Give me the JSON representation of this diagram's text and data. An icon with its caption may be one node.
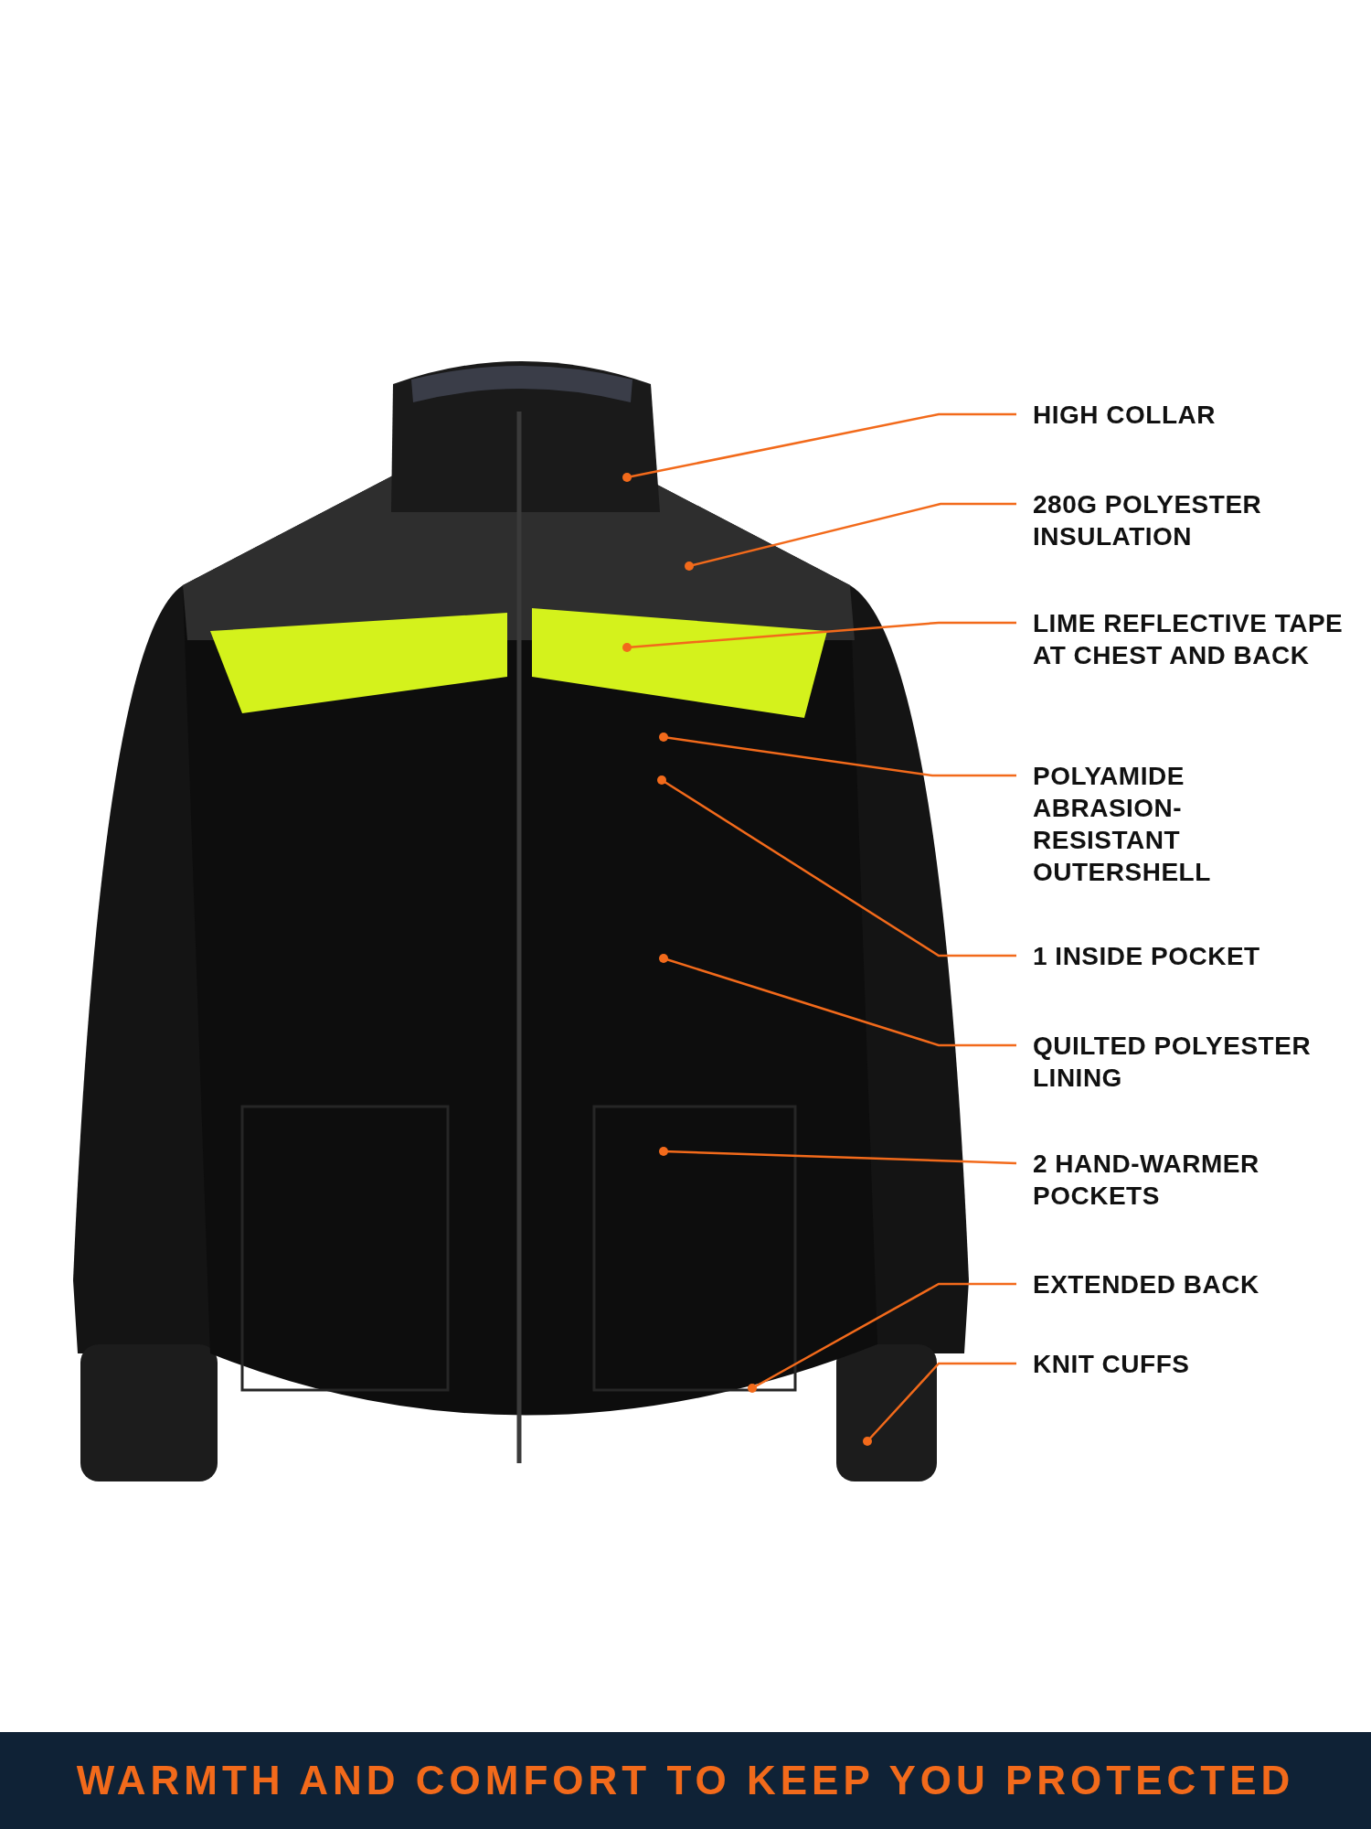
{
  "diagram": {
    "caption": "WARMTH AND COMFORT TO KEEP YOU PROTECTED",
    "nodes": [
      {
        "text": [
          "HIGH COLLAR"
        ]
      },
      {
        "text": [
          "280G POLYESTER INSULATION"
        ]
      },
      {
        "text": [
          "LIME REFLECTIVE TAPE AT CHEST AND BACK"
        ]
      },
      {
        "text": [
          "POLYAMIDE ABRASION-RESISTANT OUTERSHELL"
        ]
      },
      {
        "text": [
          "1 INSIDE POCKET"
        ]
      },
      {
        "text": [
          "QUILTED POLYESTER LINING"
        ]
      },
      {
        "text": [
          "2 HAND-WARMER POCKETS"
        ]
      },
      {
        "text": [
          "EXTENDED BACK"
        ]
      },
      {
        "text": [
          "KNIT CUFFS"
        ]
      }
    ],
    "edges": [
      {
        "from": 0,
        "to": null,
        "arrow": "other"
      },
      {
        "from": 1,
        "to": null,
        "arrow": "other"
      },
      {
        "from": 2,
        "to": null,
        "arrow": "other"
      },
      {
        "from": 3,
        "to": null,
        "arrow": "other"
      },
      {
        "from": 4,
        "to": null,
        "arrow": "other"
      },
      {
        "from": 5,
        "to": null,
        "arrow": "other"
      },
      {
        "from": 6,
        "to": null,
        "arrow": "other"
      },
      {
        "from": 7,
        "to": null,
        "arrow": "other"
      },
      {
        "from": 8,
        "to": null,
        "arrow": "other"
      }
    ]
  }
}
